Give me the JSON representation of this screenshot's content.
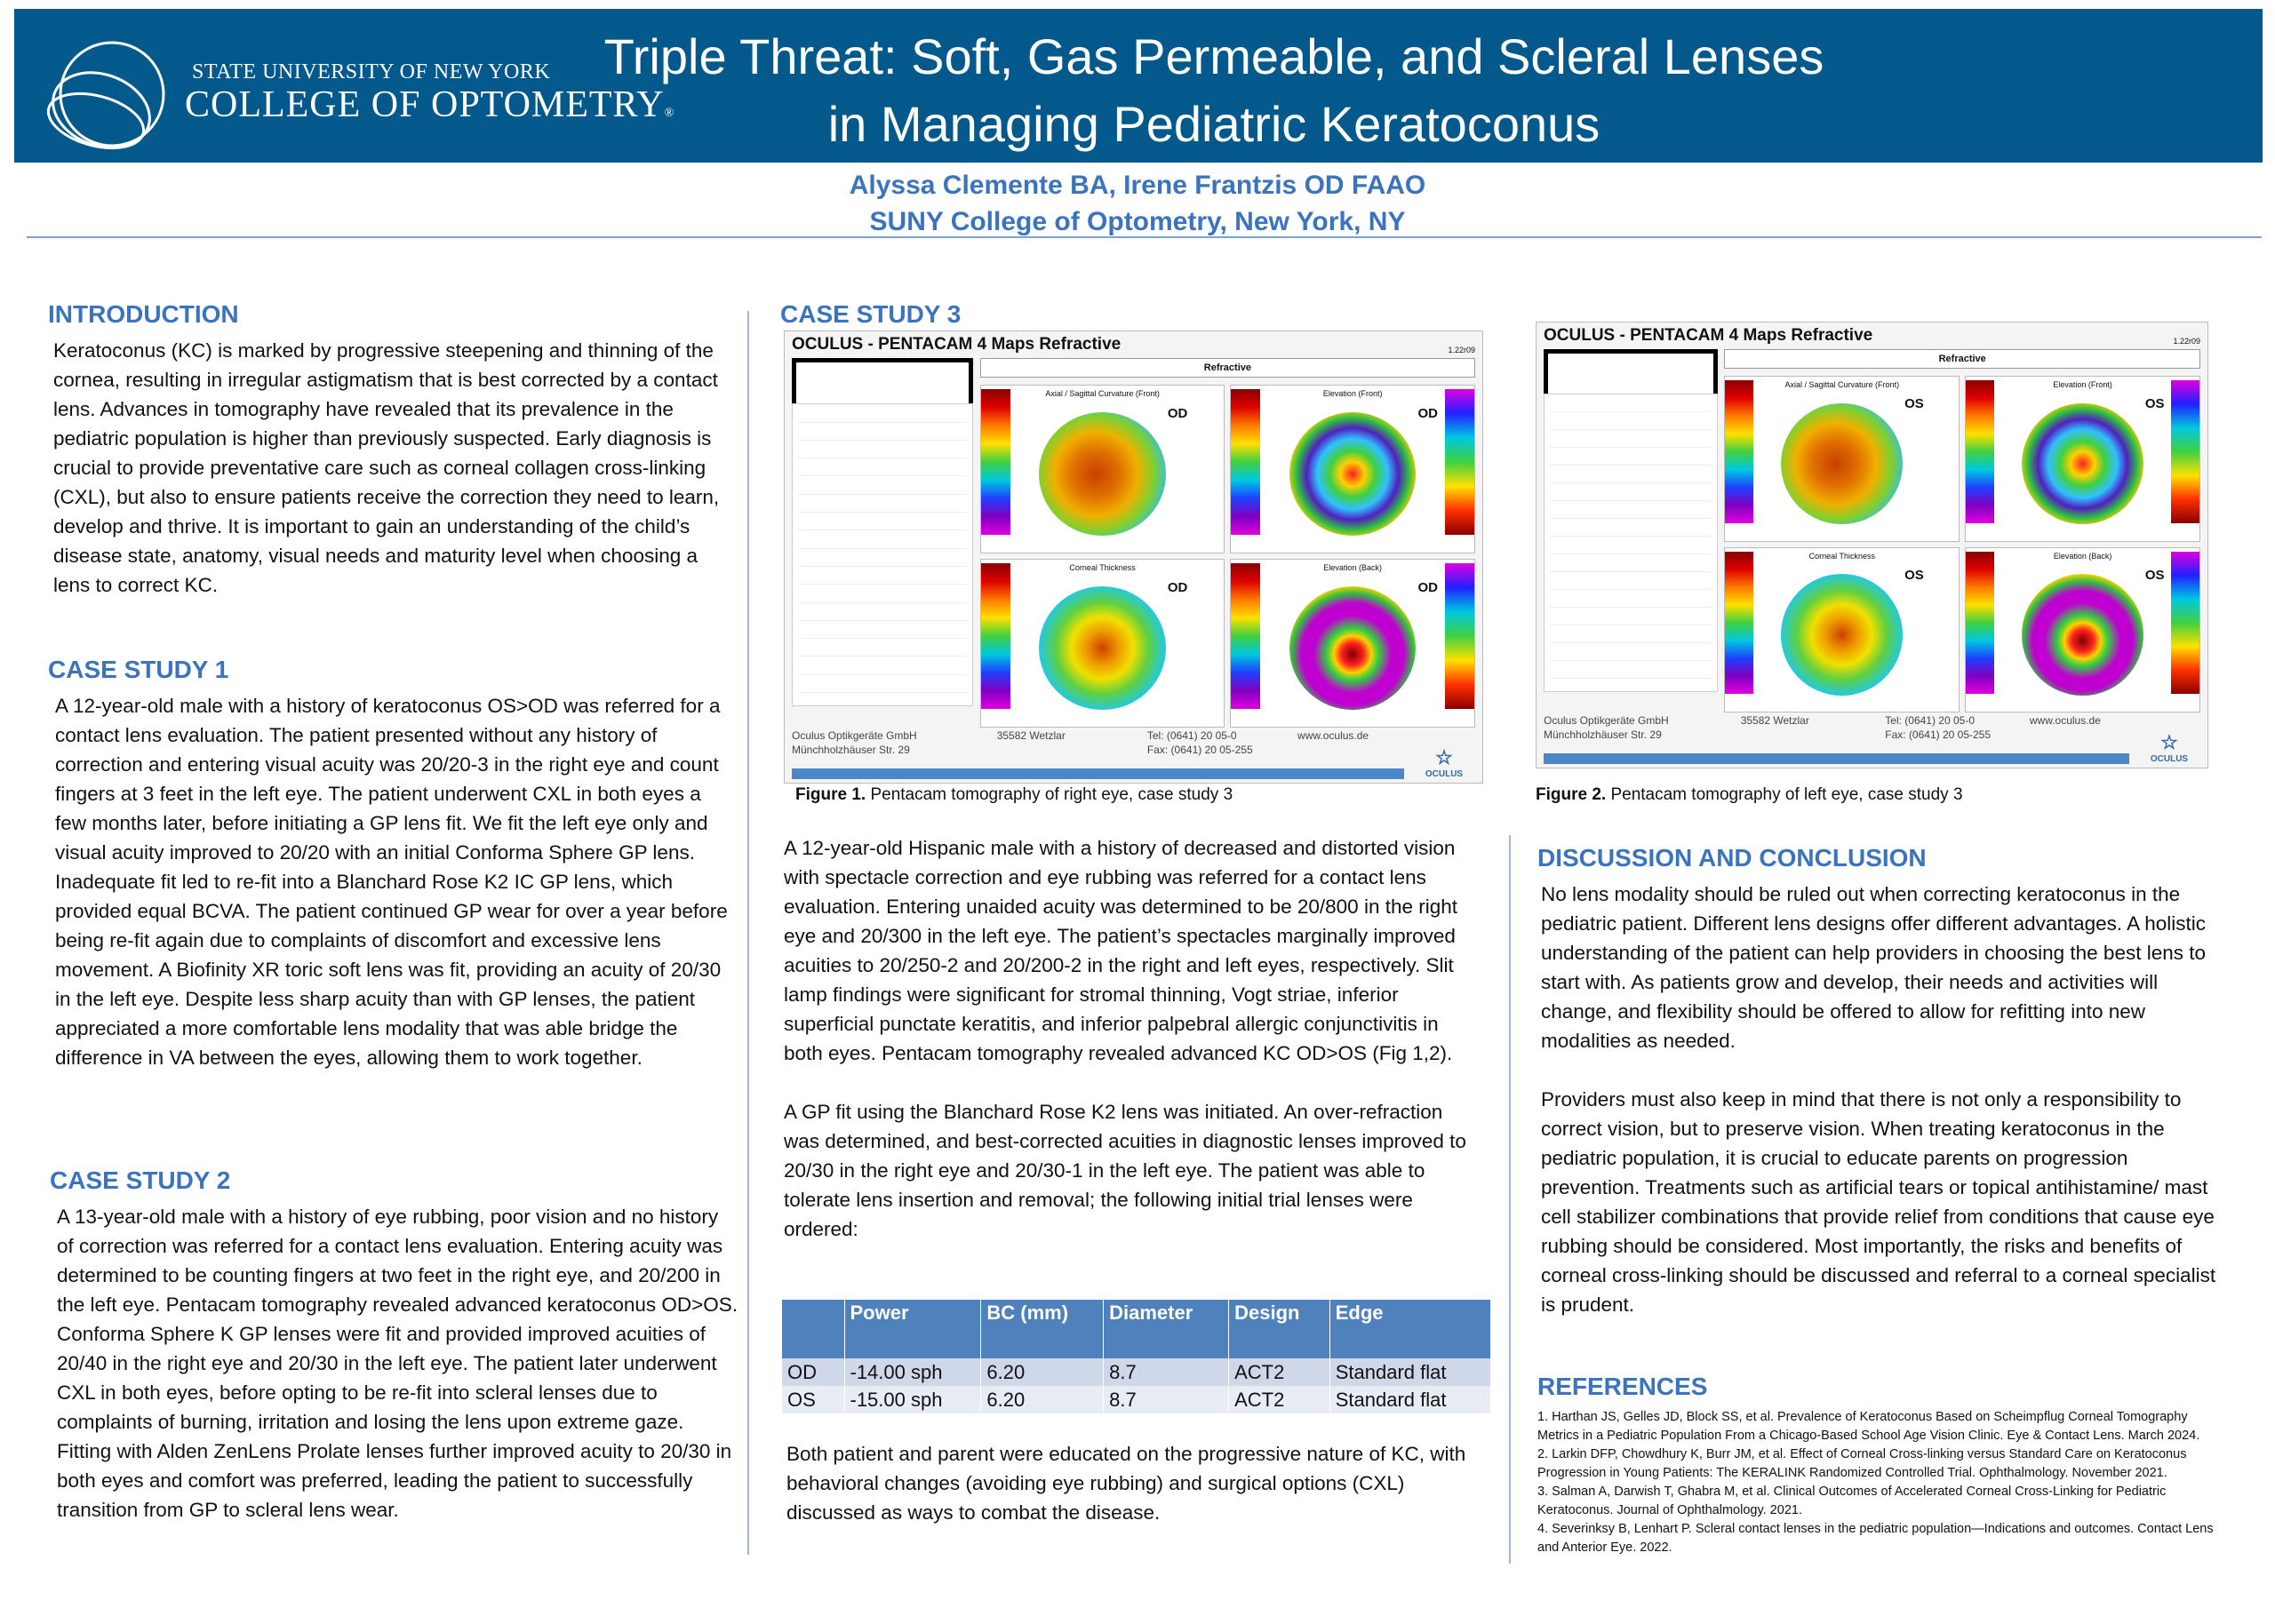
{
  "header": {
    "logo_line1": "STATE UNIVERSITY OF NEW YORK",
    "logo_line2": "COLLEGE OF OPTOMETRY",
    "logo_reg": "®",
    "title_line1": "Triple Threat: Soft, Gas Permeable, and Scleral Lenses",
    "title_line2": "in Managing Pediatric Keratoconus",
    "authors": "Alyssa Clemente BA, Irene Frantzis OD FAAO",
    "affiliation": "SUNY College of Optometry, New York, NY"
  },
  "intro": {
    "heading": "INTRODUCTION",
    "text": "Keratoconus (KC) is marked by progressive steepening and thinning of the cornea, resulting in irregular astigmatism that is best corrected by a contact lens. Advances in tomography have revealed that its prevalence in the pediatric population is higher than previously suspected. Early diagnosis is crucial to provide preventative care such as corneal collagen cross-linking (CXL), but also to ensure patients receive the correction they need to learn, develop and thrive. It is important  to gain an understanding of the child’s disease state, anatomy, visual needs and maturity level when choosing a lens to correct KC."
  },
  "case1": {
    "heading": "CASE STUDY 1",
    "text": "A 12-year-old male with a history of keratoconus OS>OD was referred for a contact lens evaluation. The patient presented without any history of correction and entering visual acuity was 20/20-3 in the right eye and count fingers at 3 feet in the left eye. The patient underwent CXL in both eyes a few months later, before initiating a GP lens fit. We fit the left eye only and visual acuity improved to 20/20 with an initial Conforma Sphere GP lens. Inadequate fit led to re-fit into a Blanchard Rose K2 IC GP lens, which provided equal BCVA. The patient continued GP wear for over a year before being re-fit again due to complaints of discomfort and excessive lens movement. A Biofinity XR toric soft lens was fit, providing an acuity of 20/30 in the left eye. Despite less sharp acuity than with GP lenses, the patient appreciated a more comfortable lens modality that was able bridge the difference in VA between the eyes, allowing them to work together."
  },
  "case2": {
    "heading": "CASE STUDY 2",
    "text": "A 13-year-old male with a history of eye rubbing, poor vision and no history of correction was referred for a contact lens evaluation. Entering acuity was determined to be counting fingers at two feet in the right eye, and 20/200 in the left eye. Pentacam tomography revealed advanced keratoconus OD>OS. Conforma Sphere K GP lenses were fit and provided improved acuities of 20/40 in the right eye and 20/30 in the left eye. The patient later underwent CXL in both eyes, before opting to be re-fit into scleral lenses due to complaints of burning, irritation and losing the lens upon extreme gaze. Fitting with Alden ZenLens Prolate lenses further improved acuity to 20/30 in both eyes and comfort was preferred, leading the patient to successfully transition from GP to scleral lens wear."
  },
  "case3": {
    "heading": "CASE STUDY 3",
    "para1": "A 12-year-old Hispanic male with a history of decreased and distorted vision with spectacle correction and eye rubbing was referred for a contact lens evaluation. Entering unaided acuity was determined to be 20/800 in the right eye and 20/300 in the left eye. The patient’s spectacles marginally improved acuities to 20/250-2 and 20/200-2 in the right and left eyes, respectively. Slit lamp findings were significant for stromal thinning, Vogt striae, inferior superficial punctate keratitis, and inferior palpebral allergic conjunctivitis in both eyes. Pentacam tomography revealed advanced KC OD>OS (Fig 1,2).",
    "para2": "A GP fit using the Blanchard Rose K2 lens was initiated. An over-refraction was determined, and best-corrected acuities in diagnostic lenses improved to 20/30 in the right eye and 20/30-1 in the left eye. The patient was able to tolerate lens insertion and removal; the following initial trial lenses were ordered:",
    "para3": "Both patient and parent were educated on the progressive nature of KC, with behavioral changes (avoiding eye rubbing) and surgical options (CXL) discussed as ways to combat the disease.",
    "table": {
      "headers": [
        "",
        "Power",
        "BC (mm)",
        "Diameter",
        "Design",
        "Edge"
      ],
      "rows": [
        [
          "OD",
          "-14.00 sph",
          "6.20",
          "8.7",
          "ACT2",
          "Standard flat"
        ],
        [
          "OS",
          "-15.00 sph",
          "6.20",
          "8.7",
          "ACT2",
          "Standard flat"
        ]
      ]
    }
  },
  "figures": [
    {
      "header": "OCULUS  -  PENTACAM   4 Maps Refractive",
      "version": "1.22r09",
      "refractive": "Refractive",
      "eye": "OD",
      "maps": [
        "Axial / Sagittal Curvature (Front)",
        "Elevation (Front)",
        "Corneal Thickness",
        "Elevation (Back)"
      ],
      "foot_company": "Oculus Optikgeräte GmbH",
      "foot_street": "Münchholzhäuser Str. 29",
      "foot_city": "35582 Wetzlar",
      "foot_tel": "Tel: (0641) 20 05-0",
      "foot_fax": "Fax: (0641) 20 05-255",
      "foot_web": "www.oculus.de",
      "foot_logo": "OCULUS",
      "caption_label": "Figure 1.",
      "caption_text": " Pentacam tomography of right eye, case study 3"
    },
    {
      "header": "OCULUS  -  PENTACAM   4 Maps Refractive",
      "version": "1.22r09",
      "refractive": "Refractive",
      "eye": "OS",
      "maps": [
        "Axial / Sagittal Curvature (Front)",
        "Elevation (Front)",
        "Corneal Thickness",
        "Elevation (Back)"
      ],
      "foot_company": "Oculus Optikgeräte GmbH",
      "foot_street": "Münchholzhäuser Str. 29",
      "foot_city": "35582 Wetzlar",
      "foot_tel": "Tel: (0641) 20 05-0",
      "foot_fax": "Fax: (0641) 20 05-255",
      "foot_web": "www.oculus.de",
      "foot_logo": "OCULUS",
      "caption_label": "Figure 2.",
      "caption_text": " Pentacam tomography of left eye, case study 3"
    }
  ],
  "discussion": {
    "heading": "DISCUSSION AND CONCLUSION",
    "para1": "No lens modality should be ruled out when correcting keratoconus in the pediatric patient. Different lens designs offer different advantages. A holistic understanding of the patient can help providers in choosing the best lens to start with. As patients grow and develop, their needs and activities will change, and flexibility should be offered to allow for refitting into new modalities as needed.",
    "para2": "Providers must also keep in mind that there is not only a responsibility to correct vision, but to preserve vision. When treating keratoconus in the pediatric population, it is crucial to educate parents on progression prevention. Treatments such as artificial tears or topical antihistamine/ mast cell stabilizer combinations that provide relief from conditions that cause eye rubbing should be considered. Most importantly, the risks and benefits of corneal cross-linking should be discussed and referral to a corneal specialist is prudent."
  },
  "references": {
    "heading": "REFERENCES",
    "items": [
      "1. Harthan JS, Gelles JD, Block SS, et al. Prevalence of Keratoconus Based on Scheimpflug Corneal Tomography Metrics in a Pediatric Population From a Chicago-Based School Age Vision Clinic. Eye & Contact Lens. March 2024.",
      "2. Larkin DFP, Chowdhury K, Burr JM, et al. Effect of Corneal Cross-linking versus Standard Care on Keratoconus Progression in Young Patients: The KERALINK Randomized Controlled Trial. Ophthalmology. November 2021.",
      "3. Salman A, Darwish T, Ghabra M, et al. Clinical Outcomes of Accelerated Corneal Cross-Linking for Pediatric Keratoconus. Journal of Ophthalmology. 2021.",
      "4. Severinksy B, Lenhart P. Scleral contact lenses in the pediatric population—Indications and outcomes. Contact Lens and Anterior Eye. 2022."
    ]
  }
}
